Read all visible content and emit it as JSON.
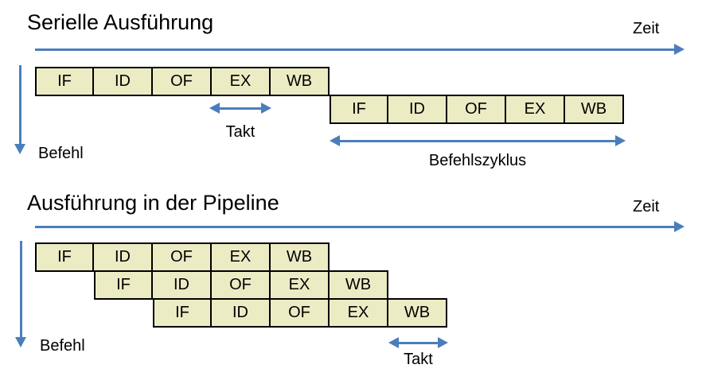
{
  "colors": {
    "box_fill": "#EBECC4",
    "box_border": "#000000",
    "arrow": "#4A7EBB"
  },
  "stages": [
    "IF",
    "ID",
    "OF",
    "EX",
    "WB"
  ],
  "serial": {
    "title": "Serielle Ausführung",
    "time_axis_label": "Zeit",
    "instruction_axis_label": "Befehl",
    "clock_label": "Takt",
    "cycle_label": "Befehlszyklus"
  },
  "pipeline": {
    "title": "Ausführung in der Pipeline",
    "time_axis_label": "Zeit",
    "instruction_axis_label": "Befehl",
    "clock_label": "Takt"
  }
}
